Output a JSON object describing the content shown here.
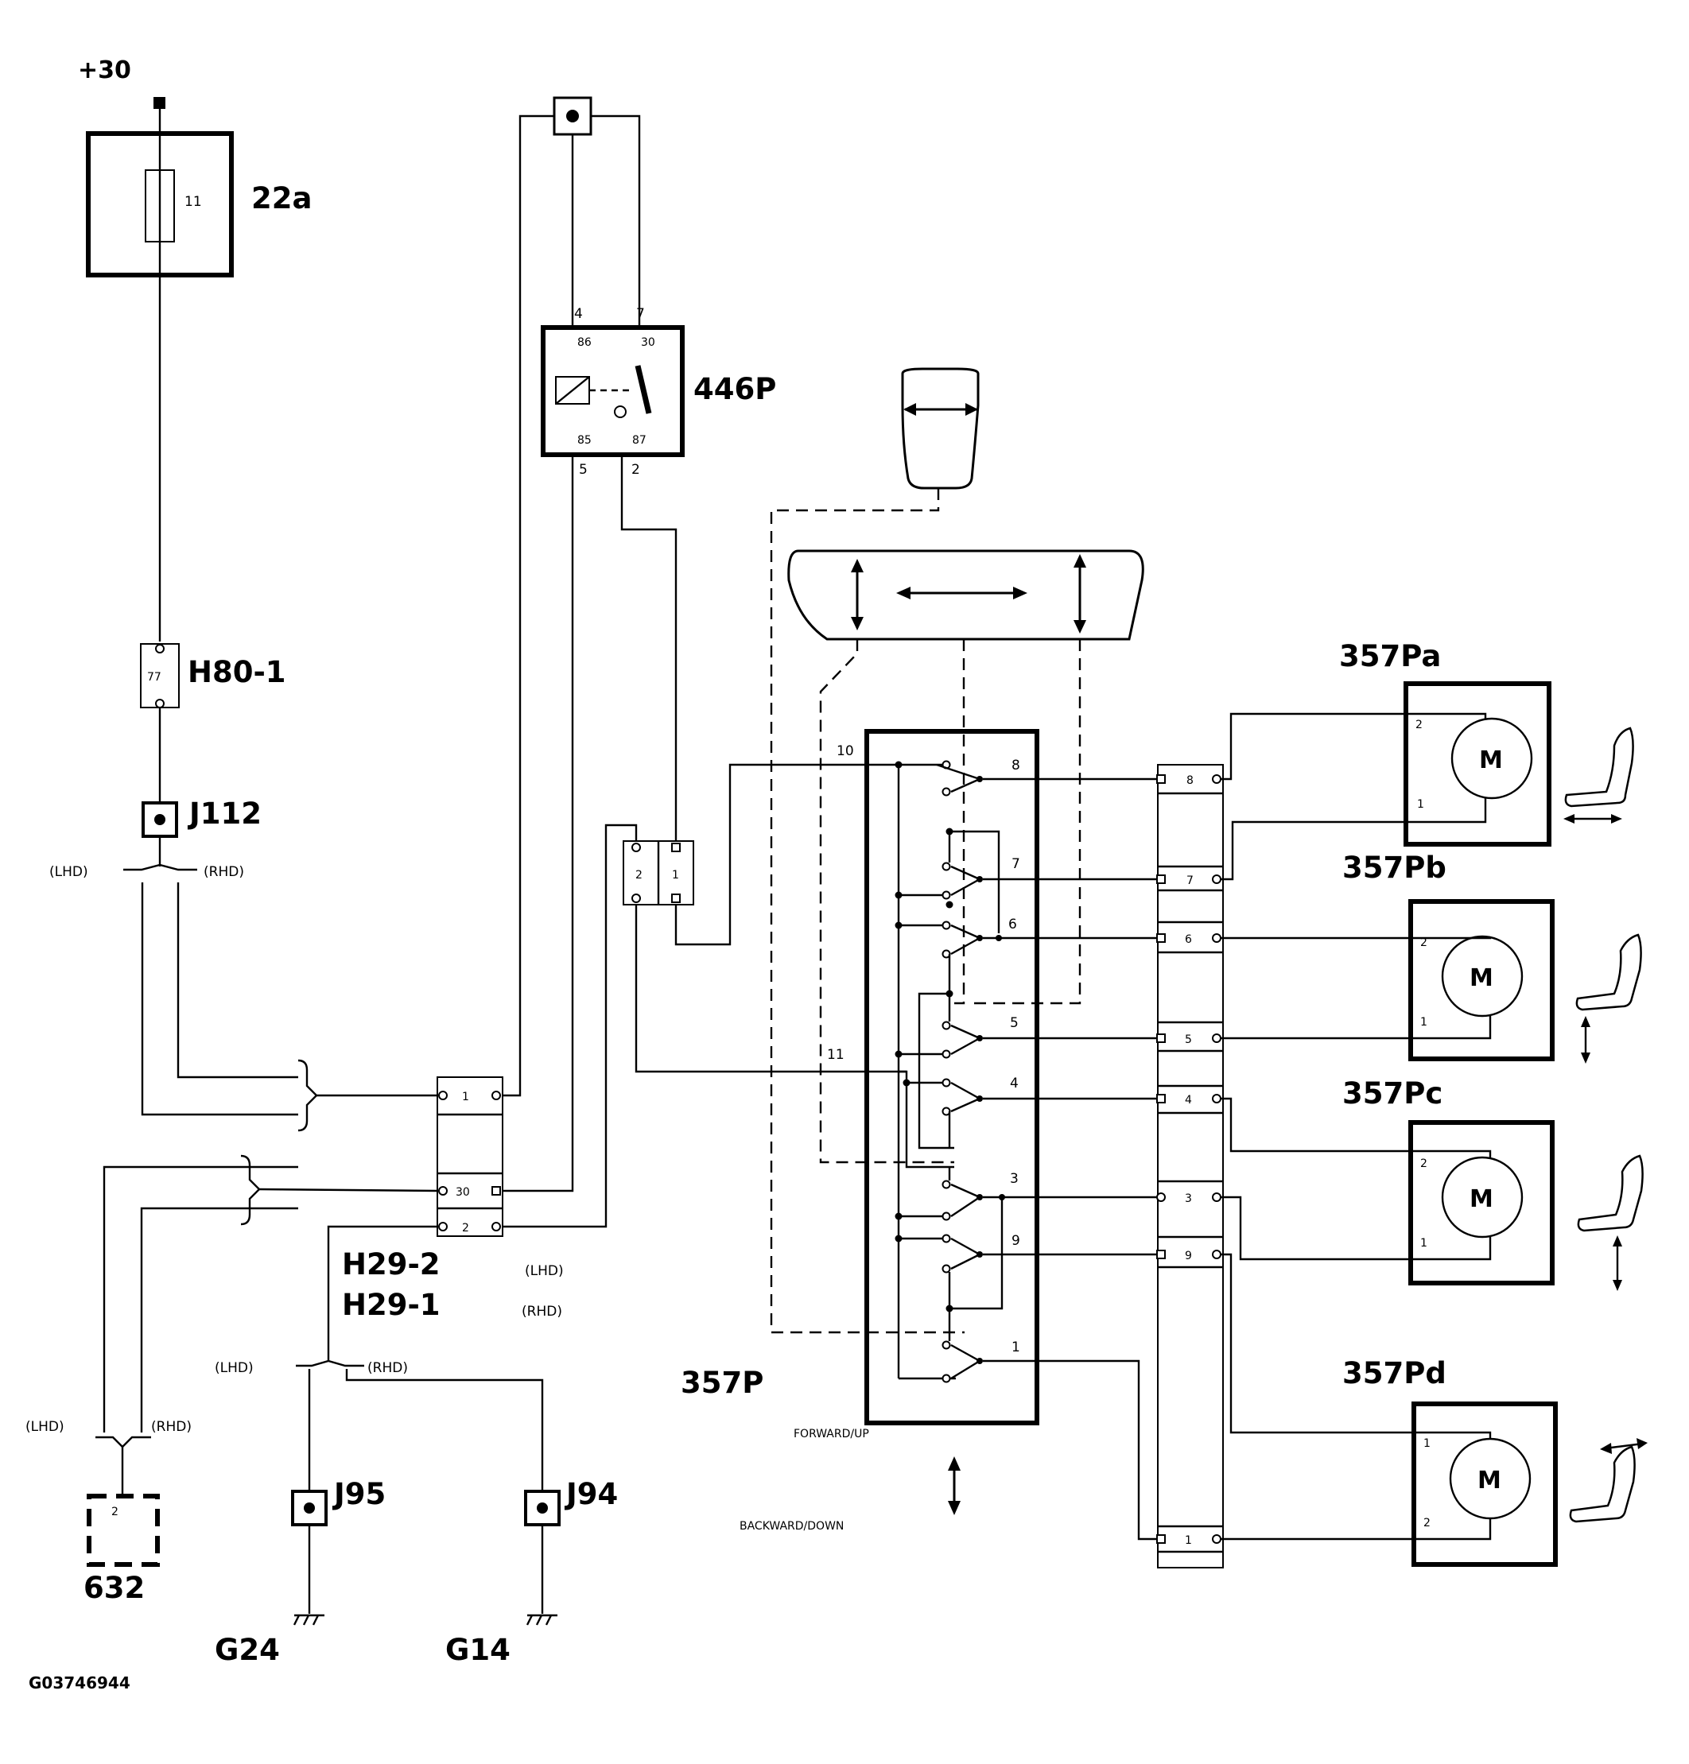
{
  "labels": {
    "supply": "+30",
    "fuse_box": "22a",
    "fuse_number": "11",
    "relay": "446P",
    "relay_pin_4": "4",
    "relay_pin_7": "7",
    "relay_pin_86": "86",
    "relay_pin_30": "30",
    "relay_pin_85": "85",
    "relay_pin_87": "87",
    "relay_pin_5": "5",
    "relay_pin_2": "2",
    "h80": "H80-1",
    "h80_pin": "77",
    "j112": "J112",
    "lhd": "(LHD)",
    "rhd": "(RHD)",
    "h29_2": "H29-2",
    "h29_1": "H29-1",
    "h29_pin_1": "1",
    "h29_pin_30": "30",
    "h29_pin_2": "2",
    "conn_small_pin_2": "2",
    "conn_small_pin_1": "1",
    "switch": "357P",
    "switch_pin_10": "10",
    "switch_pin_11": "11",
    "switch_pin_8": "8",
    "switch_pin_7": "7",
    "switch_pin_6": "6",
    "switch_pin_5": "5",
    "switch_pin_4": "4",
    "switch_pin_3": "3",
    "switch_pin_9": "9",
    "switch_pin_1": "1",
    "forward_up": "FORWARD/UP",
    "backward_down": "BACKWARD/DOWN",
    "motor_a": "357Pa",
    "motor_b": "357Pb",
    "motor_c": "357Pc",
    "motor_d": "357Pd",
    "motor_symbol": "M",
    "motor_pin_2": "2",
    "motor_pin_1": "1",
    "conn632": "632",
    "conn632_pin": "2",
    "j95": "J95",
    "j94": "J94",
    "g24": "G24",
    "g14": "G14",
    "figure_id": "G03746944"
  }
}
